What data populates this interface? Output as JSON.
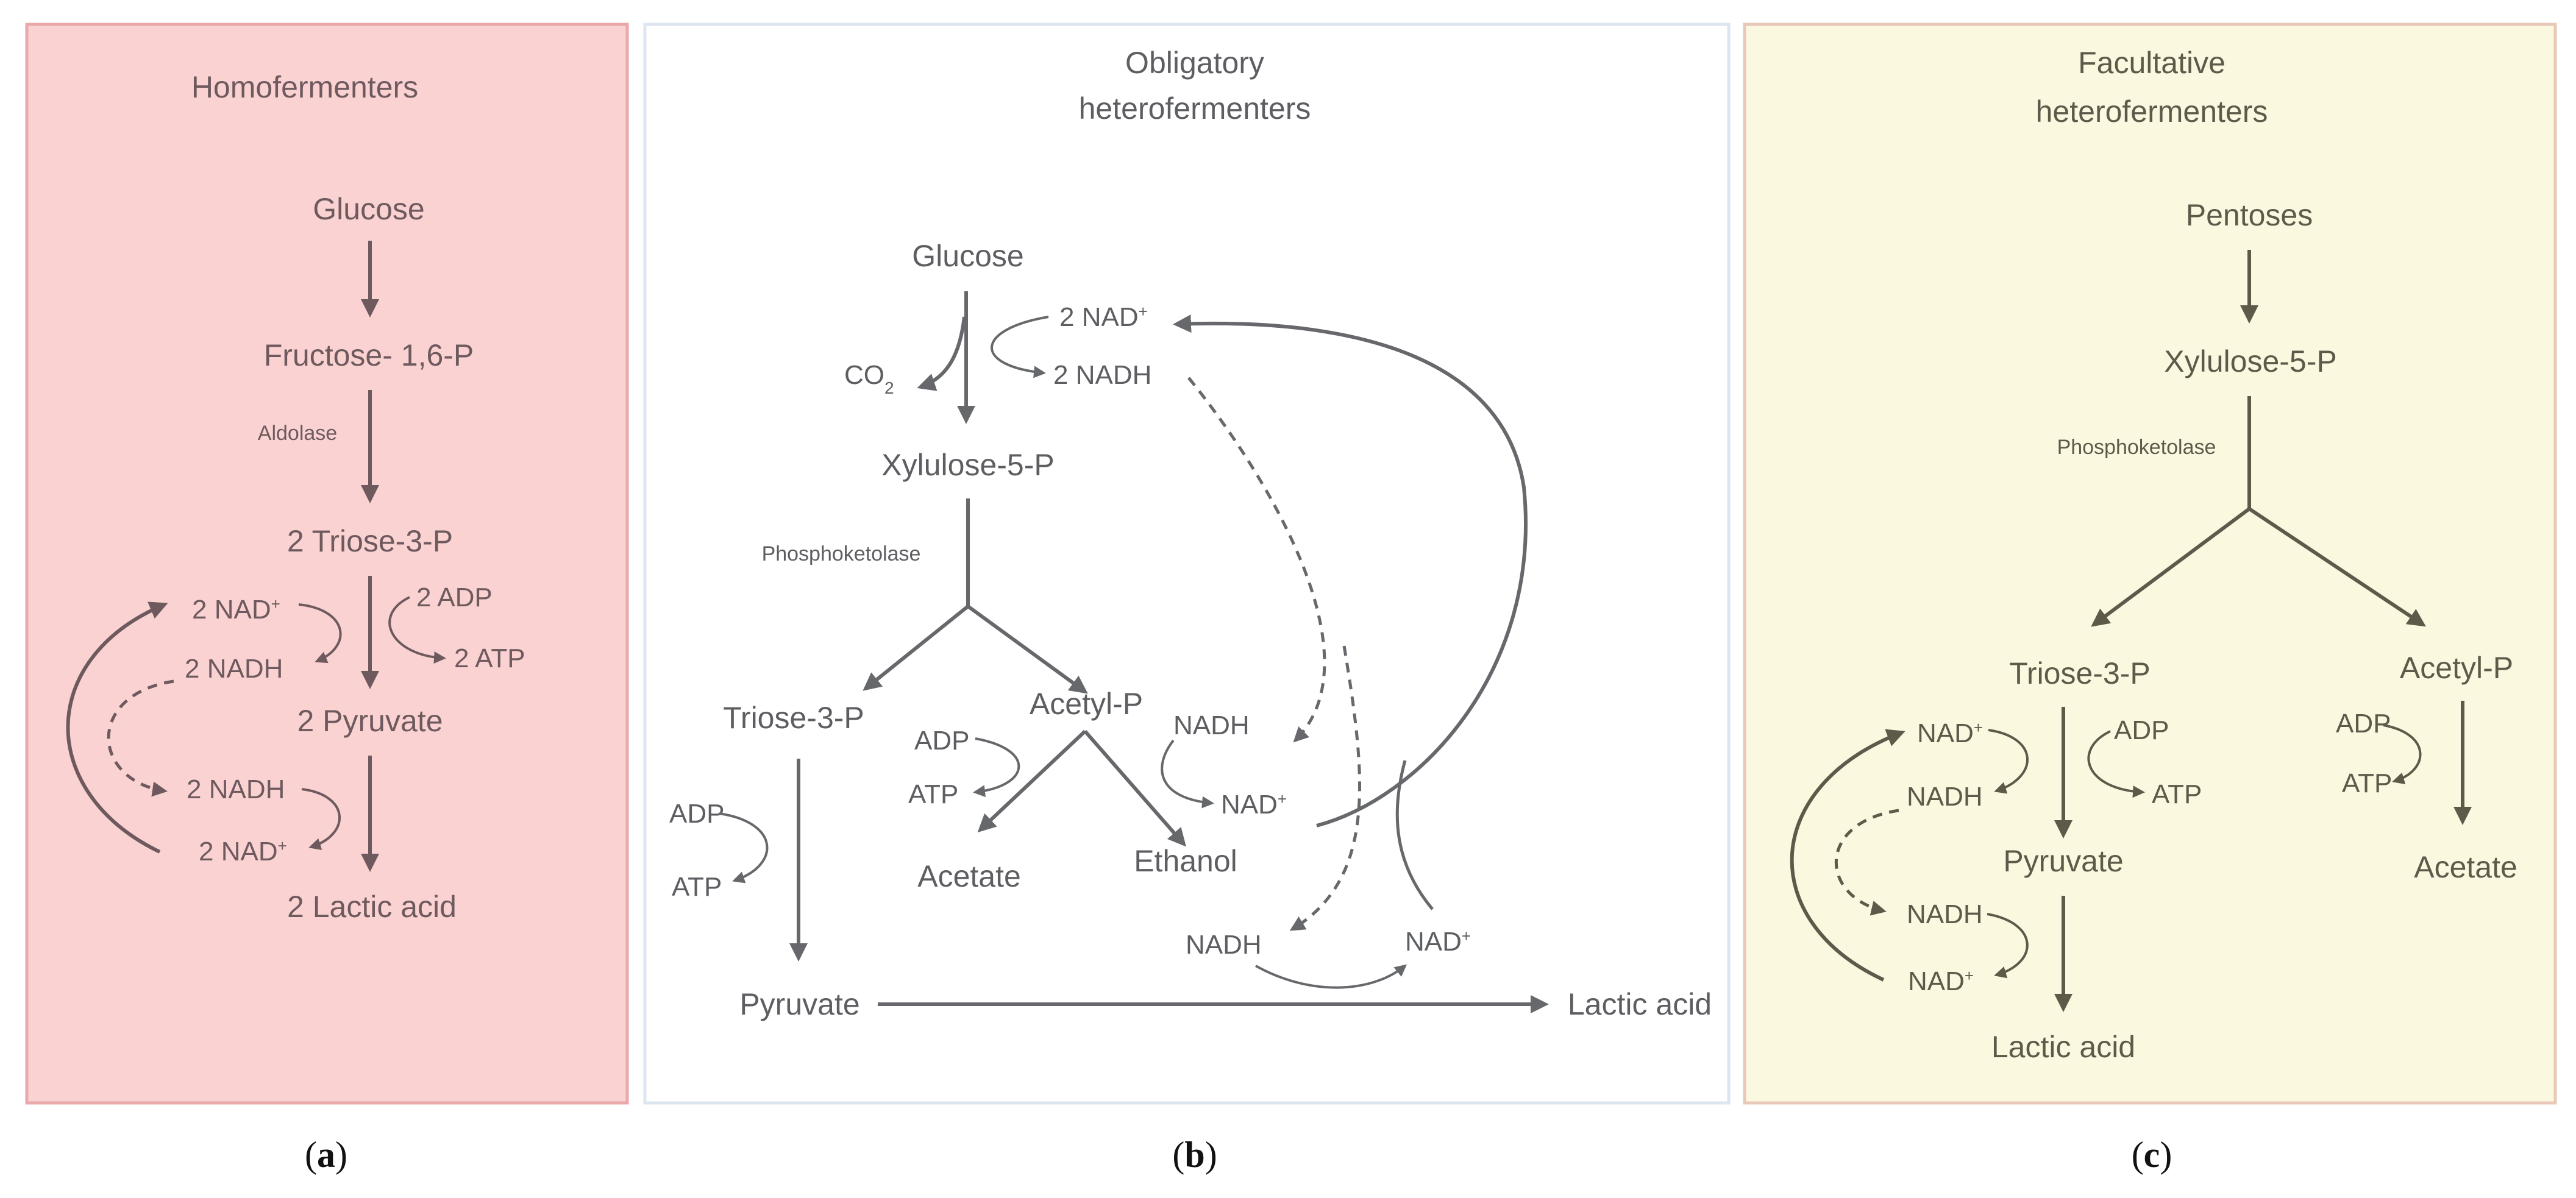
{
  "colors": {
    "panel_a_fill": "#fad2d2",
    "panel_a_border": "#eaa8a8",
    "panel_b_fill": "#ffffff",
    "panel_b_border": "#dde6f0",
    "panel_c_fill": "#fbf8e0",
    "panel_c_border": "#e8c8b8"
  },
  "panel_a": {
    "title": "Homofermenters",
    "glucose": "Glucose",
    "fructose": "Fructose- 1,6-P",
    "aldolase": "Aldolase",
    "triose": "2 Triose-3-P",
    "nad_top": "2 NAD",
    "nadh_top": "2 NADH",
    "adp": "2 ADP",
    "atp": "2 ATP",
    "pyruvate": "2 Pyruvate",
    "nadh_bottom": "2 NADH",
    "nad_bottom": "2 NAD",
    "lactic": "2 Lactic acid",
    "caption_open": "(",
    "caption_letter": "a",
    "caption_close": ")"
  },
  "panel_b": {
    "title_line1": "Obligatory",
    "title_line2": "heterofermenters",
    "glucose": "Glucose",
    "nad_2": "2 NAD",
    "co2": "CO",
    "co2_sub": "2",
    "nadh_2": "2 NADH",
    "xylulose": "Xylulose-5-P",
    "phosphoketolase": "Phosphoketolase",
    "triose": "Triose-3-P",
    "acetyl": "Acetyl-P",
    "adp_left": "ADP",
    "atp_left": "ATP",
    "adp_mid": "ADP",
    "atp_mid": "ATP",
    "nadh_mid": "NADH",
    "nad_mid": "NAD",
    "acetate": "Acetate",
    "ethanol": "Ethanol",
    "nadh_low": "NADH",
    "nad_low": "NAD",
    "pyruvate": "Pyruvate",
    "lactic": "Lactic acid",
    "caption_open": "(",
    "caption_letter": "b",
    "caption_close": ")"
  },
  "panel_c": {
    "title_line1": "Facultative",
    "title_line2": "heterofermenters",
    "pentoses": "Pentoses",
    "xylulose": "Xylulose-5-P",
    "phosphoketolase": "Phosphoketolase",
    "triose": "Triose-3-P",
    "acetyl": "Acetyl-P",
    "nad_top": "NAD",
    "nadh_top": "NADH",
    "adp_mid": "ADP",
    "atp_mid": "ATP",
    "adp_right": "ADP",
    "atp_right": "ATP",
    "pyruvate": "Pyruvate",
    "acetate": "Acetate",
    "nadh_bottom": "NADH",
    "nad_bottom": "NAD",
    "lactic": "Lactic acid",
    "caption_open": "(",
    "caption_letter": "c",
    "caption_close": ")"
  },
  "superscript_plus": "+"
}
